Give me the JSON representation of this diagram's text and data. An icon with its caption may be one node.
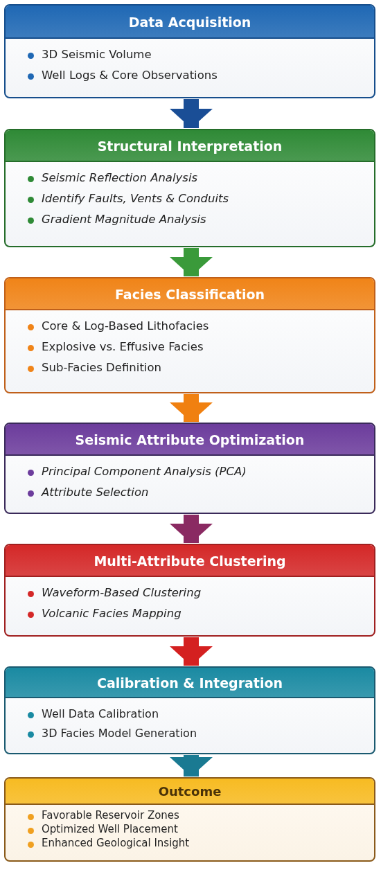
{
  "diagram": {
    "nodes": [
      {
        "text": [
          "Data Acquisition",
          "3D Seismic Volume",
          "Well Logs & Core Observations"
        ]
      },
      {
        "text": [
          "Structural Interpretation",
          "Seismic Reflection Analysis",
          "Identify Faults, Vents & Conduits",
          "Gradient Magnitude Analysis"
        ]
      },
      {
        "text": [
          "Facies Classification",
          "Core & Log-Based Lithofacies",
          "Explosive vs. Effusive Facies",
          "Sub-Facies Definition"
        ]
      },
      {
        "text": [
          "Seismic Attribute Optimization",
          "Principal Component Analysis (PCA)",
          "Attribute Selection"
        ]
      },
      {
        "text": [
          "Multi-Attribute Clustering",
          "Waveform-Based Clustering",
          "Volcanic Facies Mapping"
        ]
      },
      {
        "text": [
          "Calibration & Integration",
          "Well Data Calibration",
          "3D Facies Model Generation"
        ]
      },
      {
        "text": [
          "Outcome",
          "Favorable Reservoir Zones",
          "Optimized Well Placement",
          "Enhanced Geological Insight"
        ]
      }
    ],
    "edges": [
      {
        "from": 0,
        "to": 1,
        "arrow": "to",
        "color": "#1a4e96"
      },
      {
        "from": 1,
        "to": 2,
        "arrow": "to",
        "color": "#3a9a3a"
      },
      {
        "from": 2,
        "to": 3,
        "arrow": "to",
        "color": "#f08010"
      },
      {
        "from": 3,
        "to": 4,
        "arrow": "to",
        "color": "#8a2a62"
      },
      {
        "from": 4,
        "to": 5,
        "arrow": "to",
        "color": "#d42020"
      },
      {
        "from": 5,
        "to": 6,
        "arrow": "to",
        "color": "#1a7a92"
      }
    ]
  }
}
